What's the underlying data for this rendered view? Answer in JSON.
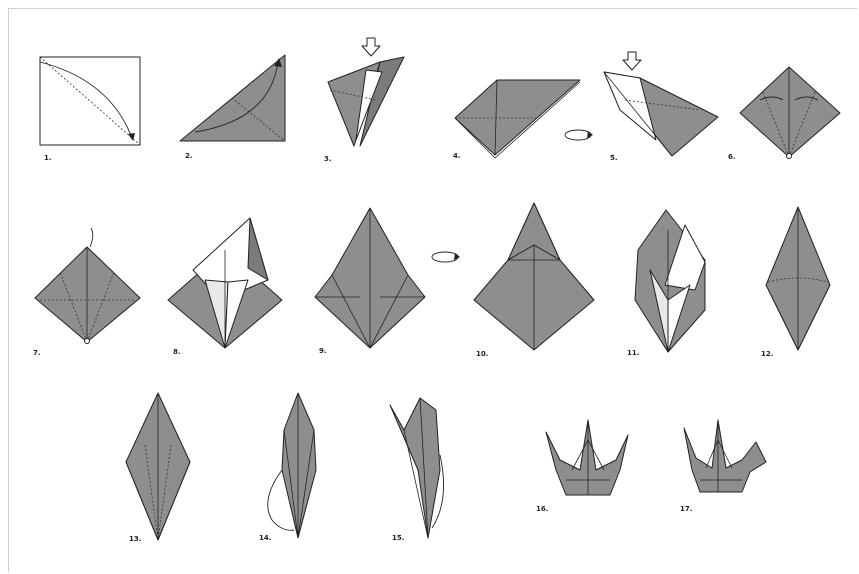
{
  "colors": {
    "paper": "#8e8e8e",
    "paper_dark": "#7b7b7b",
    "paper_light": "#ffffff",
    "outline": "#222222",
    "frame": "#cfcfcf"
  },
  "steps": [
    {
      "label": "1."
    },
    {
      "label": "2."
    },
    {
      "label": "3."
    },
    {
      "label": "4."
    },
    {
      "label": "5."
    },
    {
      "label": "6."
    },
    {
      "label": "7."
    },
    {
      "label": "8."
    },
    {
      "label": "9."
    },
    {
      "label": "10."
    },
    {
      "label": "11."
    },
    {
      "label": "12."
    },
    {
      "label": "13."
    },
    {
      "label": "14."
    },
    {
      "label": "15."
    },
    {
      "label": "16."
    },
    {
      "label": "17."
    }
  ],
  "icons": {
    "push_arrow": "down-outline-arrow-icon",
    "turn_over": "turn-over-arrow-icon"
  }
}
